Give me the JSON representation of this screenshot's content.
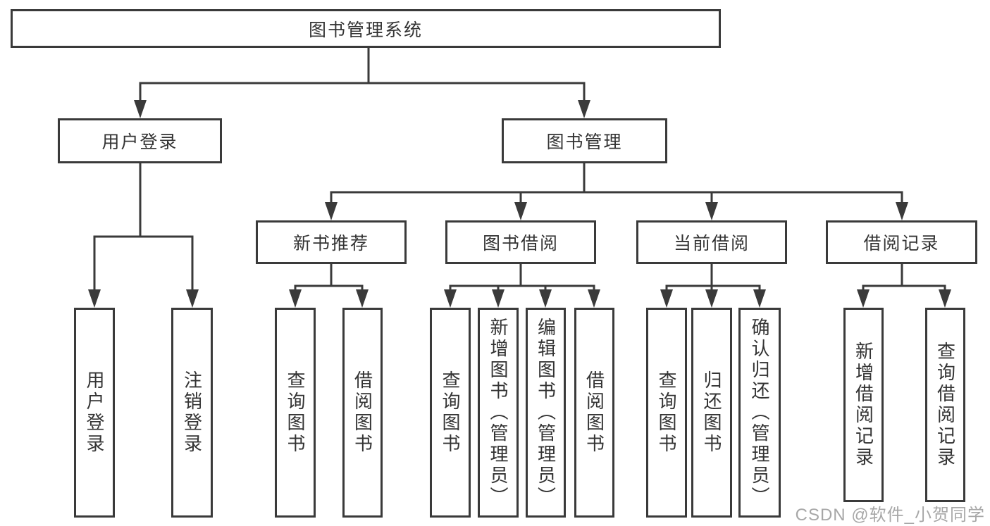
{
  "colors": {
    "line": "#3a3a3a",
    "box_border": "#3a3a3a",
    "text": "#333333",
    "background": "#ffffff",
    "watermark_text": "#9e9e9e"
  },
  "watermark": {
    "text": "CSDN @软件_小贺同学"
  },
  "tree": {
    "label": "图书管理系统",
    "children": [
      {
        "label": "用户登录",
        "children": [
          {
            "label": "用户登录"
          },
          {
            "label": "注销登录"
          }
        ]
      },
      {
        "label": "图书管理",
        "children": [
          {
            "label": "新书推荐",
            "children": [
              {
                "label": "查询图书"
              },
              {
                "label": "借阅图书"
              }
            ]
          },
          {
            "label": "图书借阅",
            "children": [
              {
                "label": "查询图书"
              },
              {
                "label": "新增图书（管理员）"
              },
              {
                "label": "编辑图书（管理员）"
              },
              {
                "label": "借阅图书"
              }
            ]
          },
          {
            "label": "当前借阅",
            "children": [
              {
                "label": "查询图书"
              },
              {
                "label": "归还图书"
              },
              {
                "label": "确认归还（管理员）"
              }
            ]
          },
          {
            "label": "借阅记录",
            "children": [
              {
                "label": "新增借阅记录"
              },
              {
                "label": "查询借阅记录"
              }
            ]
          }
        ]
      }
    ]
  }
}
